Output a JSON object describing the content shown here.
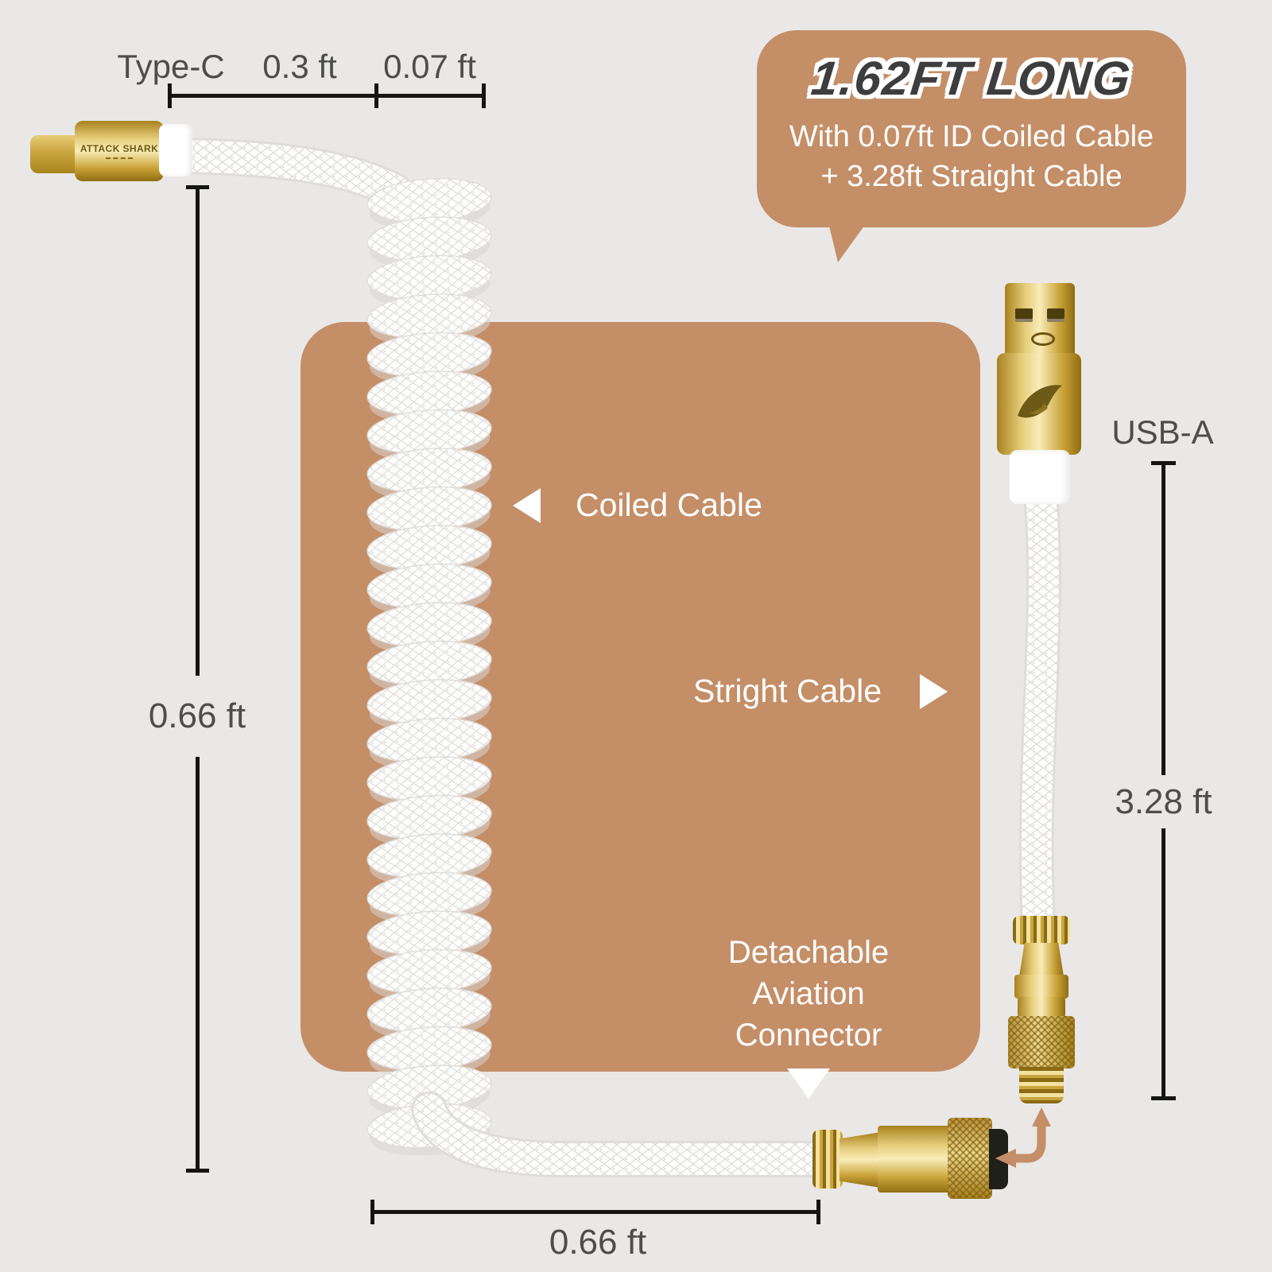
{
  "bubble": {
    "title": "1.62FT LONG",
    "line1": "With 0.07ft ID Coiled Cable",
    "line2": "+ 3.28ft Straight Cable"
  },
  "dimensions": {
    "type_c_label": "Type-C",
    "top_mid": "0.3 ft",
    "top_right": "0.07 ft",
    "left_height": "0.66 ft",
    "bottom_width": "0.66 ft",
    "right_height": "3.28 ft",
    "usb_a_label": "USB-A"
  },
  "callouts": {
    "coiled": "Coiled Cable",
    "straight": "Stright Cable",
    "detachable_line1": "Detachable",
    "detachable_line2": "Aviation Connector"
  },
  "branding": {
    "type_c_text": "ATTACK SHARK"
  },
  "colors": {
    "background": "#e9e8e6",
    "panel_brown": "#c48e67",
    "dimension_line": "#151515",
    "dimension_text": "#4d4d4d",
    "bubble_title": "#3d3d3d",
    "cable_white": "#fdfdfc",
    "gold": "#d9b24a",
    "black_tip": "#20201b"
  }
}
